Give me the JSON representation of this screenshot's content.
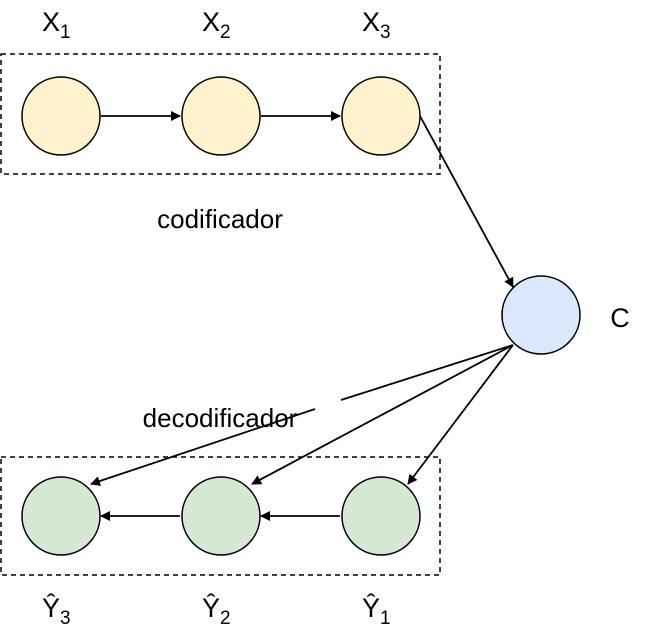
{
  "colors": {
    "encoder_fill": "#fff2cc",
    "context_fill": "#dae8fc",
    "decoder_fill": "#d5e8d4",
    "stroke": "#000000"
  },
  "encoder": {
    "label": "codificador",
    "nodes": [
      {
        "base": "X",
        "sub": "1"
      },
      {
        "base": "X",
        "sub": "2"
      },
      {
        "base": "X",
        "sub": "3"
      }
    ]
  },
  "context": {
    "label": "C"
  },
  "decoder": {
    "label": "decodificador",
    "nodes": [
      {
        "base": "Ŷ",
        "sub": "3"
      },
      {
        "base": "Ŷ",
        "sub": "2"
      },
      {
        "base": "Ŷ",
        "sub": "1"
      }
    ]
  }
}
